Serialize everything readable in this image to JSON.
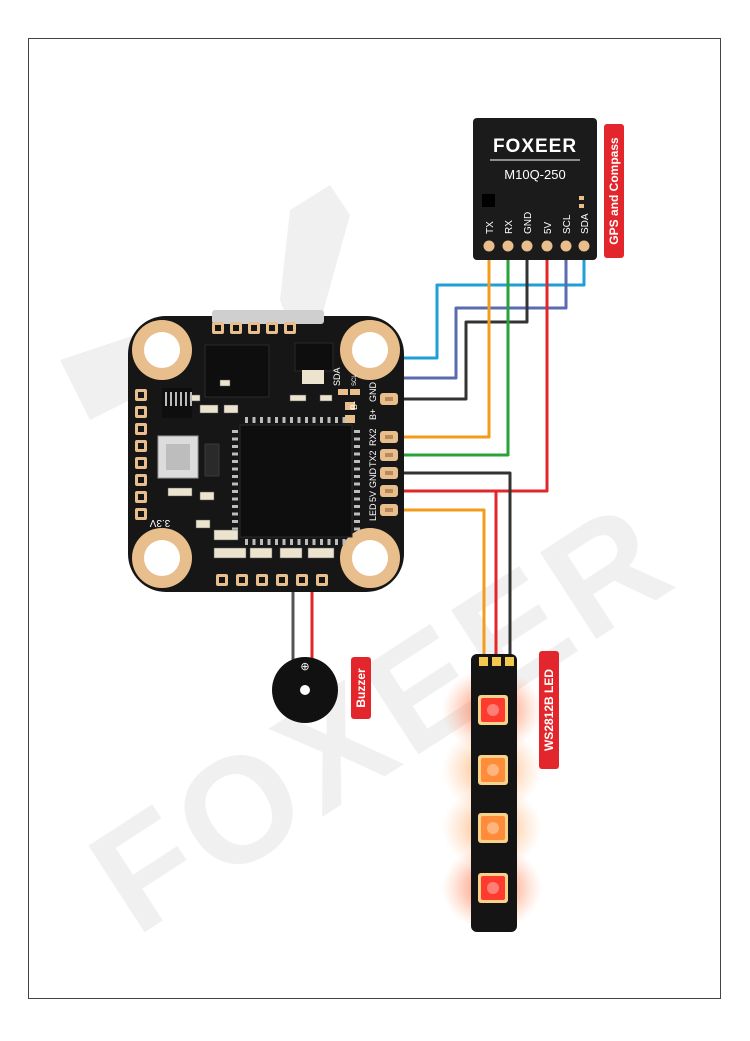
{
  "watermark": {
    "text": "FOXEER"
  },
  "gps": {
    "brand": "FOXEER",
    "model": "M10Q-250",
    "tag": "GPS and Compass",
    "pins": [
      "TX",
      "RX",
      "GND",
      "5V",
      "SCL",
      "SDA"
    ]
  },
  "fc": {
    "pad_labels": [
      "SDA",
      "SCL",
      "B-",
      "B+",
      "GND",
      "RX2",
      "TX2",
      "GND",
      "5V",
      "LED"
    ],
    "voltage_label": "3.3V"
  },
  "buzzer": {
    "tag": "Buzzer",
    "plus": "⊕"
  },
  "led": {
    "tag": "WS2812B LED"
  },
  "colors": {
    "tx": "#f39c1a",
    "rx": "#27a33a",
    "gnd": "#333333",
    "v5": "#e3262b",
    "scl": "#5a6bb0",
    "sda": "#1e9fd8",
    "tag": "#e3262b",
    "copper": "#e8bf8c",
    "board": "#1a1a1a"
  }
}
